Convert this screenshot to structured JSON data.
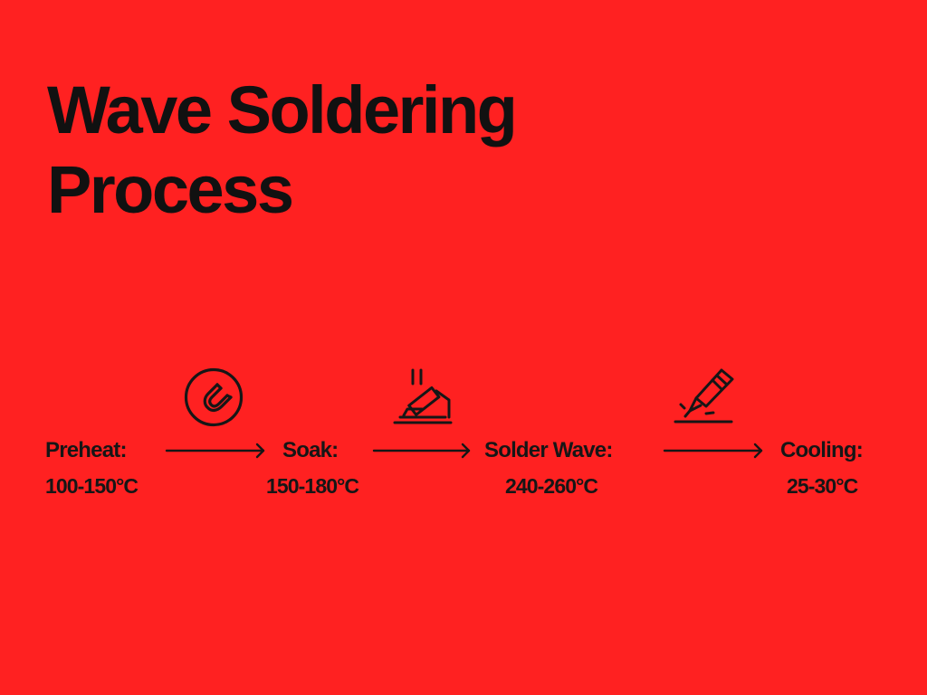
{
  "title": {
    "line1": "Wave Soldering",
    "line2": "Process"
  },
  "steps": [
    {
      "label": "Preheat:",
      "temp": "100-150°C",
      "icon": "magnet-icon"
    },
    {
      "label": "Soak:",
      "temp": "150-180°C",
      "icon": "solder-iron-heat-icon"
    },
    {
      "label": "Solder Wave:",
      "temp": "240-260°C",
      "icon": "solder-pen-icon"
    },
    {
      "label": "Cooling:",
      "temp": "25-30°C"
    }
  ],
  "colors": {
    "background": "#ff2121",
    "foreground": "#111111"
  }
}
